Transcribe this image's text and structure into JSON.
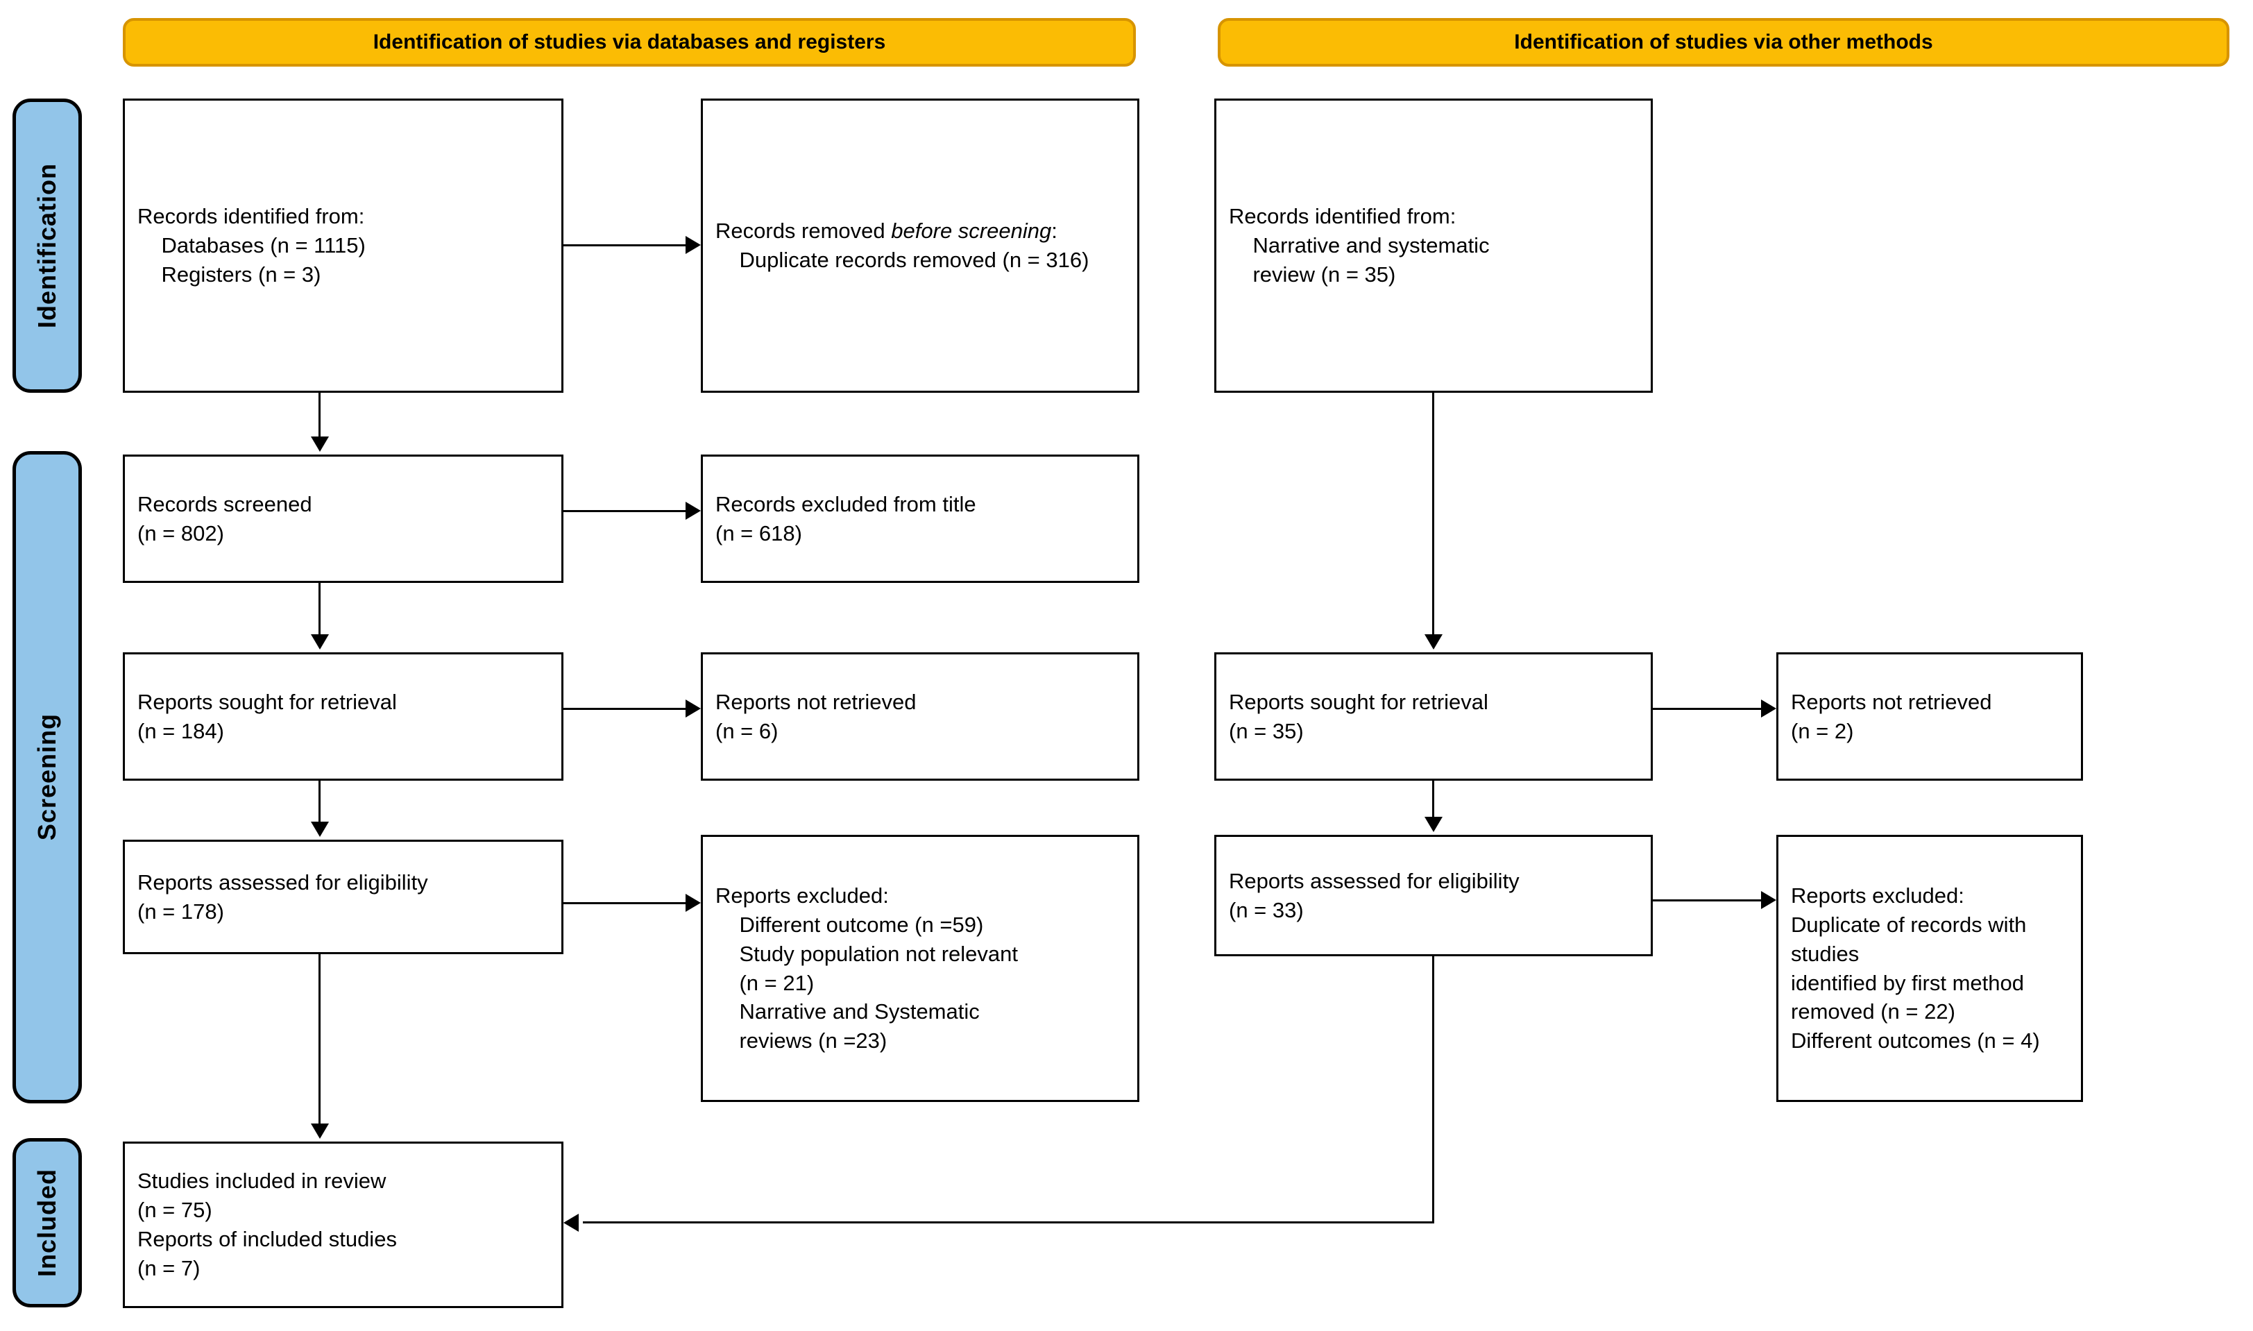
{
  "diagram": {
    "title": "PRISMA 2020 flow diagram",
    "colors": {
      "banner_fill": "#FBBC04",
      "banner_border": "#D79400",
      "stage_fill": "#92C5E9",
      "stage_border": "#000000",
      "node_border": "#000000",
      "node_fill": "#FFFFFF",
      "connector": "#000000"
    }
  },
  "banners": [
    {
      "id": "databases-registers",
      "label": "Identification of studies via databases and registers"
    },
    {
      "id": "other-methods",
      "label": "Identification of studies via other methods"
    }
  ],
  "stages": [
    {
      "id": "identification",
      "label": "Identification"
    },
    {
      "id": "screening",
      "label": "Screening"
    },
    {
      "id": "included",
      "label": "Included"
    }
  ],
  "nodes": {
    "records_identified_db": {
      "name": "records-identified-databases",
      "lines": [
        "Records identified from:",
        "    Databases (n = 1115)",
        "    Registers (n = 3)"
      ],
      "text": "Records identified from:\n    Databases (n = 1115)\n    Registers (n = 3)"
    },
    "records_removed": {
      "name": "records-removed-before-screening",
      "prefix": "Records removed ",
      "emphasis": "before screening",
      "suffix": ":\n    Duplicate records removed (n = 316)",
      "text": "Records removed before screening:\n    Duplicate records removed (n = 316)"
    },
    "records_screened": {
      "name": "records-screened",
      "text": "Records screened\n(n = 802)"
    },
    "records_excluded_title": {
      "name": "records-excluded-from-title",
      "text": "Records excluded from title\n(n = 618)"
    },
    "reports_sought_db": {
      "name": "reports-sought-for-retrieval-databases",
      "text": "Reports sought for retrieval\n(n = 184)"
    },
    "reports_not_retrieved_db": {
      "name": "reports-not-retrieved-databases",
      "text": "Reports not retrieved\n(n = 6)"
    },
    "reports_assessed_db": {
      "name": "reports-assessed-for-eligibility-databases",
      "text": "Reports assessed for eligibility\n(n = 178)"
    },
    "reports_excluded_db": {
      "name": "reports-excluded-databases",
      "text": "Reports excluded:\n    Different outcome (n =59)\n    Study population not relevant\n    (n = 21)\n    Narrative and Systematic\n    reviews (n =23)"
    },
    "records_identified_other": {
      "name": "records-identified-other-methods",
      "text": "Records identified from:\n    Narrative and systematic\n    review (n = 35)"
    },
    "reports_sought_other": {
      "name": "reports-sought-for-retrieval-other",
      "text": "Reports sought for retrieval\n(n = 35)"
    },
    "reports_not_retrieved_other": {
      "name": "reports-not-retrieved-other",
      "text": "Reports not retrieved\n(n = 2)"
    },
    "reports_assessed_other": {
      "name": "reports-assessed-for-eligibility-other",
      "text": "Reports assessed for eligibility\n(n = 33)"
    },
    "reports_excluded_other": {
      "name": "reports-excluded-other",
      "text": "Reports excluded:\nDuplicate of records with studies\nidentified by first method\nremoved (n = 22)\nDifferent outcomes (n = 4)"
    },
    "studies_included": {
      "name": "studies-included-in-review",
      "text": "Studies included in review\n(n = 75)\nReports of included studies\n(n = 7)"
    }
  },
  "chart_data": {
    "type": "flow",
    "title": "PRISMA 2020 flow diagram",
    "columns": [
      "Identification of studies via databases and registers",
      "Identification of studies via other methods"
    ],
    "stages": [
      "Identification",
      "Screening",
      "Included"
    ],
    "counts": {
      "databases": 1115,
      "registers": 3,
      "duplicate_records_removed": 316,
      "records_screened": 802,
      "records_excluded_from_title": 618,
      "reports_sought_for_retrieval_db": 184,
      "reports_not_retrieved_db": 6,
      "reports_assessed_for_eligibility_db": 178,
      "excluded_different_outcome": 59,
      "excluded_study_population_not_relevant": 21,
      "excluded_narrative_and_systematic_reviews": 23,
      "records_identified_other_narrative_and_systematic_review": 35,
      "reports_sought_for_retrieval_other": 35,
      "reports_not_retrieved_other": 2,
      "reports_assessed_for_eligibility_other": 33,
      "excluded_duplicate_of_records_first_method": 22,
      "excluded_different_outcomes_other": 4,
      "studies_included_in_review": 75,
      "reports_of_included_studies": 7
    }
  }
}
